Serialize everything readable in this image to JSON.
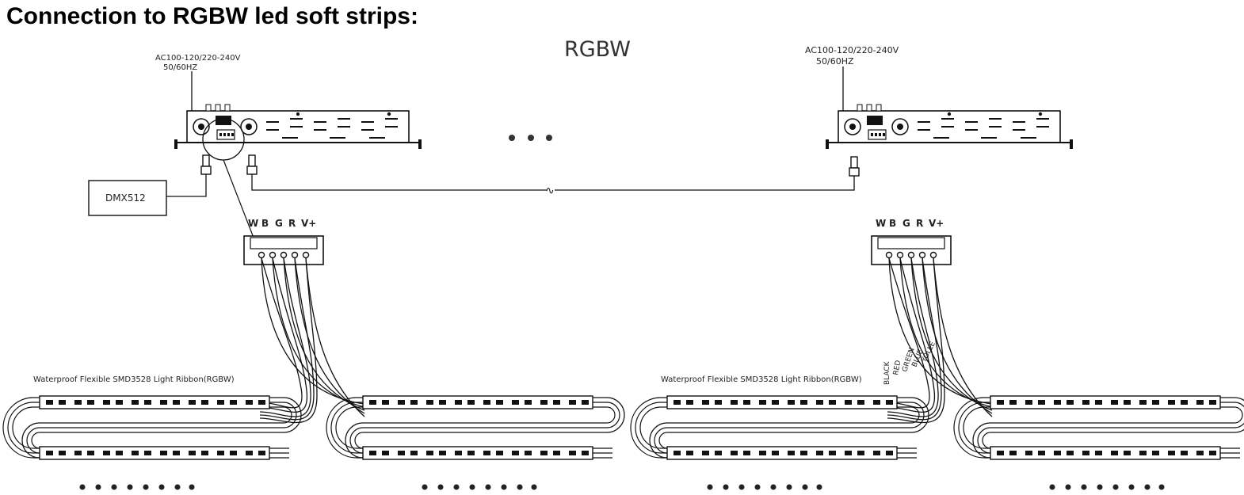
{
  "title": "Connection to RGBW led soft strips:",
  "diagram": {
    "mode_label": "RGBW",
    "power_label_line1": "AC100-120/220-240V",
    "power_label_line2": "50/60HZ",
    "dmx_label": "DMX512",
    "terminal_labels": [
      "W",
      "B",
      "G",
      "R",
      "V+"
    ],
    "ribbon_label": "Waterproof Flexible SMD3528 Light Ribbon(RGBW)",
    "wire_colors": [
      "BLACK",
      "RED",
      "GREEN",
      "BLUE",
      "YOLLE"
    ],
    "cable_break_mark": "∿"
  }
}
